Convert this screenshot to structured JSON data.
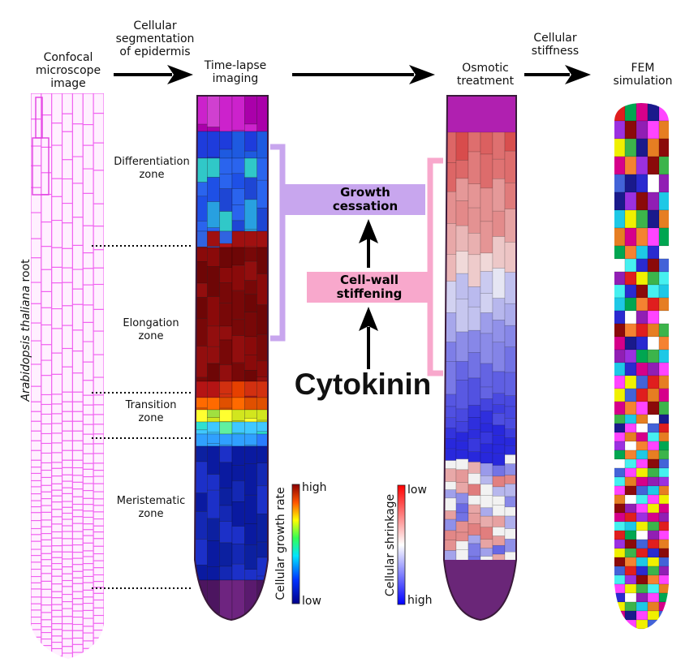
{
  "headers": {
    "confocal": [
      "Confocal",
      "microscope",
      "image"
    ],
    "segmentation": [
      "Cellular",
      "segmentation",
      "of epidermis"
    ],
    "timelapse": [
      "Time-lapse",
      "imaging"
    ],
    "osmotic": [
      "Osmotic",
      "treatment"
    ],
    "stiffness": [
      "Cellular",
      "stiffness"
    ],
    "fem": [
      "FEM",
      "simulation"
    ]
  },
  "side_label": {
    "italic": "Arabidopsis thaliana",
    "rest": " root"
  },
  "zones": {
    "differentiation": [
      "Differentiation",
      "zone"
    ],
    "elongation": [
      "Elongation",
      "zone"
    ],
    "transition": [
      "Transition",
      "zone"
    ],
    "meristematic": [
      "Meristematic",
      "zone"
    ]
  },
  "boxes": {
    "growth": [
      "Growth",
      "cessation"
    ],
    "wall": [
      "Cell-wall",
      "stiffening"
    ]
  },
  "cytokinin": "Cytokinin",
  "legend_growth": {
    "title": "Cellular growth rate",
    "high": "high",
    "low": "low"
  },
  "legend_shrink": {
    "title": "Cellular shrinkage",
    "top": "low",
    "bottom": "high"
  },
  "colors": {
    "magenta": "#ff44ff",
    "purple_box": "#c8a6ee",
    "pink_box": "#f8a8cc",
    "dark_red": "#7a0a0a"
  }
}
